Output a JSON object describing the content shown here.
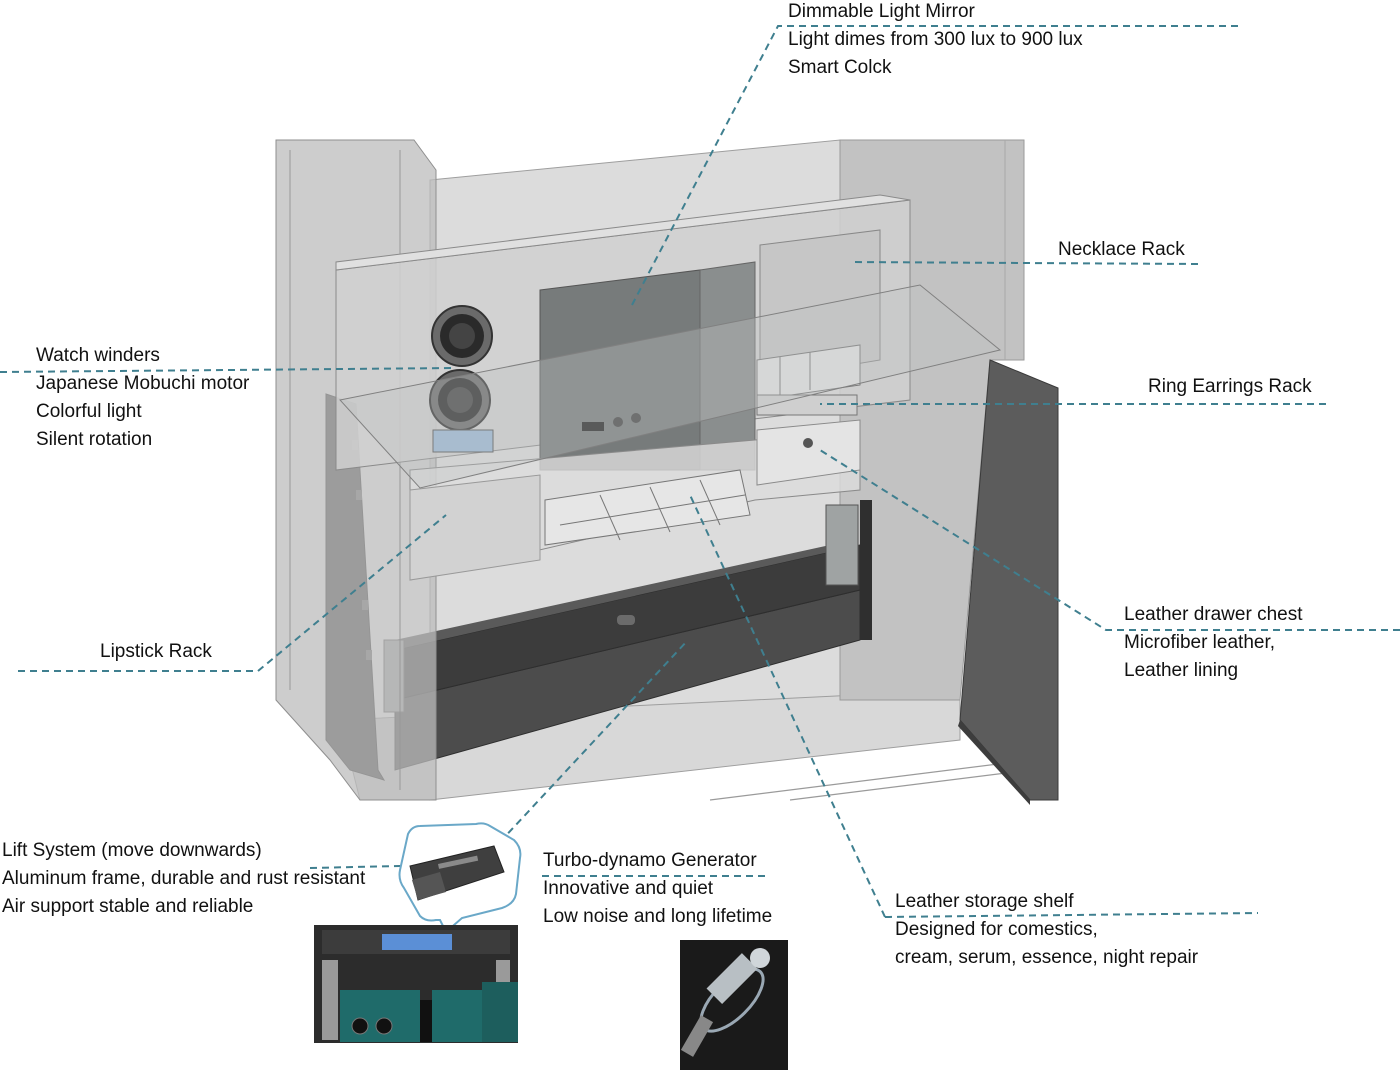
{
  "colors": {
    "leader": "#3f7f8f",
    "wall": "#bdbdbd",
    "cabinet": "#d4d4d4",
    "dark": "#4a4a4a",
    "teal": "#1f6b6a"
  },
  "callouts": {
    "mirror": [
      "Dimmable Light Mirror",
      "Light dimes from 300 lux to 900 lux",
      "Smart Colck"
    ],
    "necklace": [
      "Necklace Rack"
    ],
    "ring": [
      "Ring Earrings Rack"
    ],
    "watch": [
      "Watch winders",
      "Japanese Mobuchi motor",
      "Colorful light",
      "Silent rotation"
    ],
    "lipstick": [
      "Lipstick Rack"
    ],
    "drawer": [
      "Leather drawer chest",
      "Microfiber leather,",
      "Leather lining"
    ],
    "lift": [
      "Lift System (move downwards)",
      "Aluminum frame, durable and rust resistant",
      "Air support stable and reliable"
    ],
    "turbo": [
      "Turbo-dynamo Generator",
      "Innovative and quiet",
      "Low noise and long lifetime"
    ],
    "storage": [
      "Leather storage shelf",
      "Designed for comestics,",
      "cream, serum, essence, night repair"
    ]
  },
  "icons": {
    "winders": "watch-winder-icon",
    "generator": "generator-icon"
  }
}
